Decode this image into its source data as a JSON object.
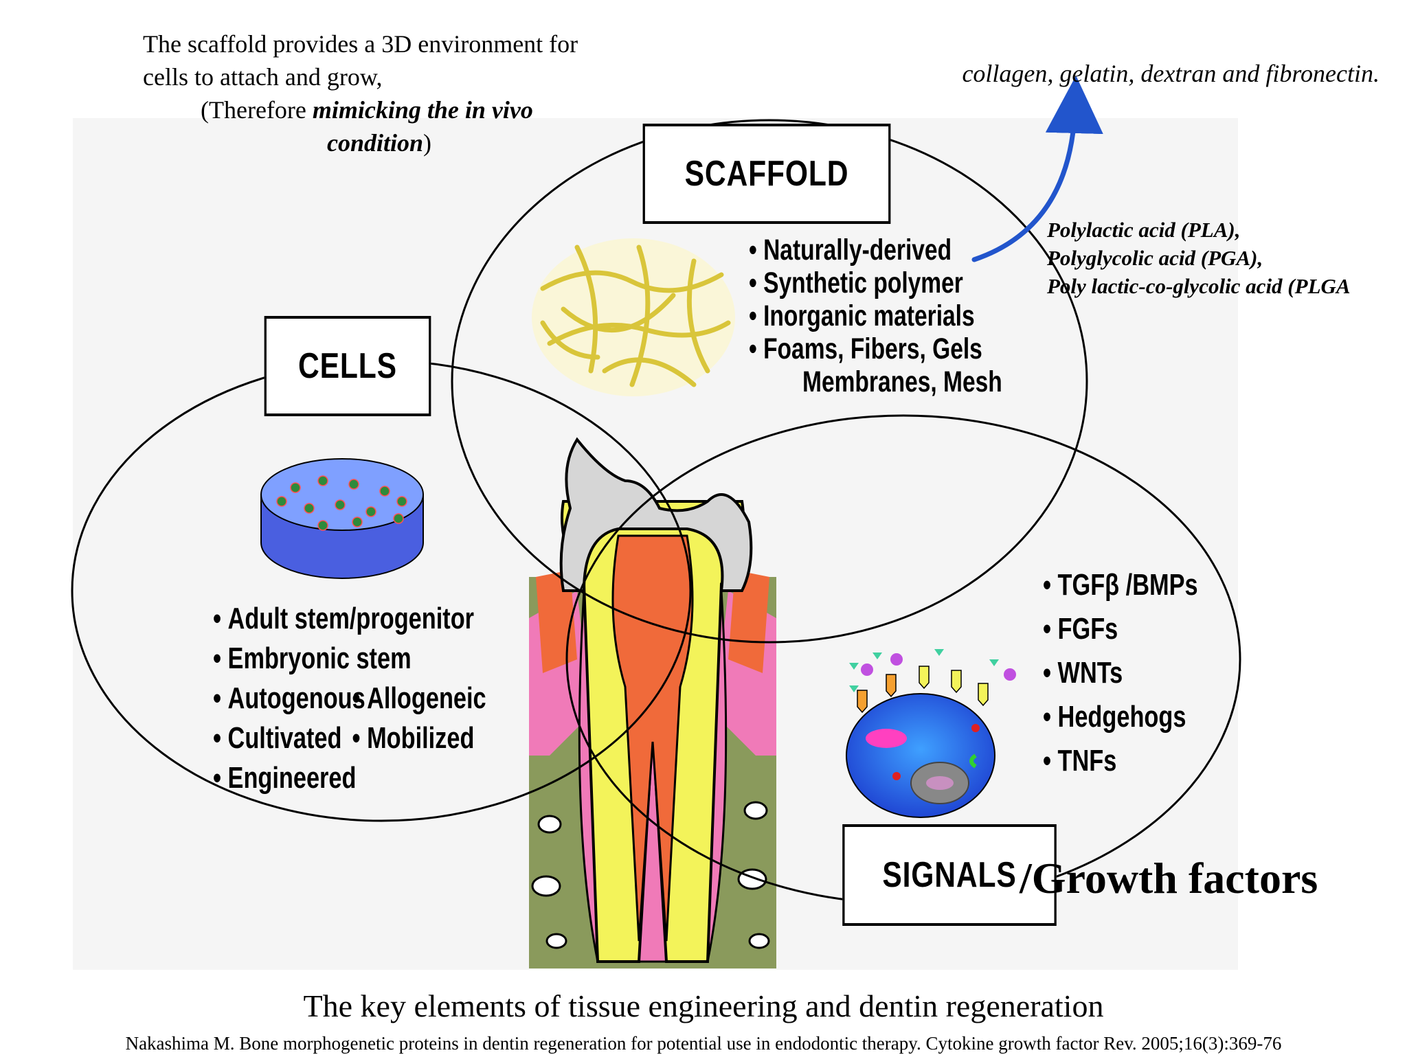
{
  "top_note": {
    "line1": "The scaffold provides a 3D environment for",
    "line2": "cells to attach and grow,",
    "line3_prefix": "(Therefore ",
    "line3_emphasis": "mimicking the in vivo",
    "line4_emphasis": "condition",
    "line4_suffix": ")"
  },
  "natural_materials": "collagen, gelatin, dextran  and  fibronectin.",
  "synthetic_materials": [
    "Polylactic acid (PLA),",
    "Polyglycolic acid (PGA),",
    "Poly lactic-co-glycolic acid (PLGA"
  ],
  "scaffold": {
    "label": "SCAFFOLD",
    "items": [
      "Naturally-derived",
      "Synthetic polymer",
      "Inorganic materials",
      "Foams, Fibers, Gels"
    ],
    "continuation": "Membranes, Mesh"
  },
  "cells": {
    "label": "CELLS",
    "items": [
      "Adult stem/progenitor",
      "Embryonic stem"
    ],
    "pair_rows": [
      [
        "Autogenous",
        "Allogeneic"
      ],
      [
        "Cultivated",
        "Mobilized"
      ]
    ],
    "last_item": "Engineered"
  },
  "signals": {
    "label": "SIGNALS",
    "items": [
      "TGFβ /BMPs",
      "FGFs",
      "WNTs",
      "Hedgehogs",
      "TNFs"
    ]
  },
  "growth_factors": "/Growth factors",
  "caption": "The key elements of tissue engineering and dentin regeneration",
  "reference": "Nakashima M. Bone morphogenetic proteins in dentin regeneration for potential use in endodontic therapy. Cytokine growth factor Rev. 2005;16(3):369-76",
  "colors": {
    "arrow": "#2255cc",
    "scaffold_fiber": "#d9c53a",
    "dish": "#4a5fe0",
    "cell_body": "#2e56d8",
    "tooth_crown": "#d6d6d6",
    "dentin_yellow": "#f3f35a",
    "pulp_orange": "#f06a3a",
    "gum_pink": "#f07ab8",
    "bone_green": "#8a9a5c"
  }
}
